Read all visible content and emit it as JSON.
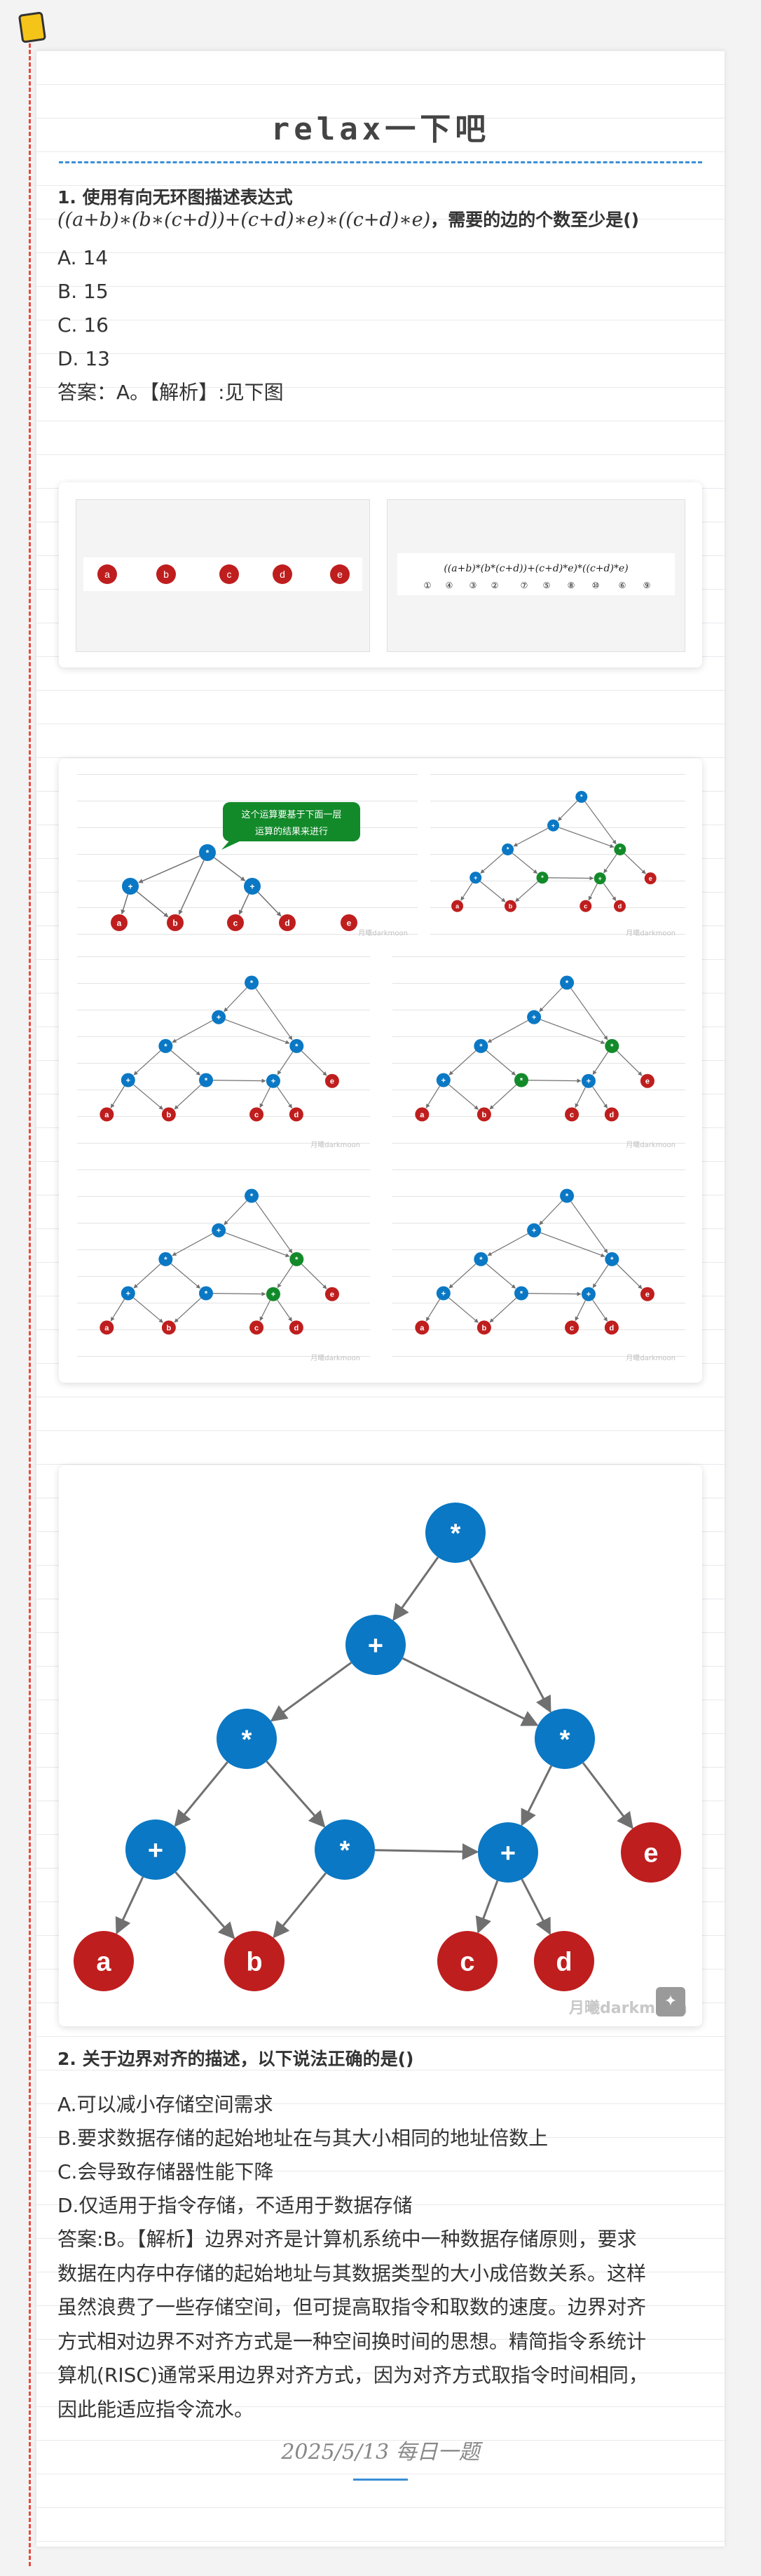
{
  "page": {
    "title": "relax一下吧",
    "date": "2025/5/13 每日一题"
  },
  "q1": {
    "head_prefix": "1. 使用有向无环图描述表达式",
    "expression": "((a+b)∗(b∗(c+d))+(c+d)∗e)∗((c+d)∗e)",
    "head_suffix": "，需要的边的个数至少是()",
    "options": [
      "A. 14",
      "B. 15",
      "C. 16",
      "D. 13"
    ],
    "answer": "答案：A。【解析】:见下图",
    "formula_image": {
      "expr": "((a+b)*(b*(c+d))+(c+d)*e)*((c+d)*e)",
      "marks": [
        "①",
        "④",
        "③",
        "②",
        "⑦",
        "⑤",
        "⑧",
        "⑩",
        "⑥",
        "⑨"
      ]
    },
    "leaves": [
      "a",
      "b",
      "c",
      "d",
      "e"
    ],
    "bubble_line1": "这个运算要基于下面一层",
    "bubble_line2": "运算的结果来进行",
    "small_watermark": "月曦darkmoon"
  },
  "dag": {
    "nodes": [
      {
        "id": "n1",
        "label": "*"
      },
      {
        "id": "n2",
        "label": "+"
      },
      {
        "id": "n3",
        "label": "*"
      },
      {
        "id": "n4",
        "label": "*"
      },
      {
        "id": "n5",
        "label": "+"
      },
      {
        "id": "n6",
        "label": "*"
      },
      {
        "id": "n7",
        "label": "+"
      },
      {
        "id": "n8",
        "label": "e"
      },
      {
        "id": "n9",
        "label": "a"
      },
      {
        "id": "n10",
        "label": "b"
      },
      {
        "id": "n11",
        "label": "c"
      },
      {
        "id": "n12",
        "label": "d"
      }
    ],
    "watermark": "月曦darkmoon",
    "colors": {
      "operator": "#0a78c4",
      "leaf": "#bf1e1e",
      "highlight": "#128a2a",
      "edge": "#707070"
    }
  },
  "q2": {
    "head": "2. 关于边界对齐的描述，以下说法正确的是()",
    "options": [
      "A.可以减小存储空间需求",
      "B.要求数据存储的起始地址在与其大小相同的地址倍数上",
      "C.会导致存储器性能下降",
      "D.仅适用于指令存储，不适用于数据存储"
    ],
    "answer_lines": [
      "答案:B。【解析】边界对齐是计算机系统中一种数据存储原则，要求",
      "数据在内存中存储的起始地址与其数据类型的大小成倍数关系。这样",
      "虽然浪费了一些存储空间，但可提高取指令和取数的速度。边界对齐",
      "方式相对边界不对齐方式是一种空间换时间的思想。精简指令系统计",
      "算机(RISC)通常采用边界对齐方式，因为对齐方式取指令时间相同，",
      "因此能适应指令流水。"
    ]
  }
}
